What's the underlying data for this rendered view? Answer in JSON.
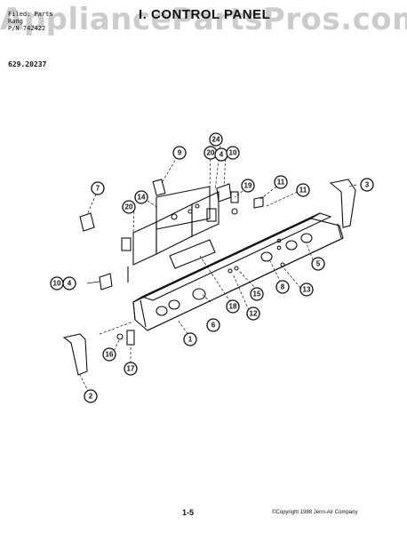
{
  "header": {
    "line1": "Filed: Parts",
    "line2": "Rang",
    "line3": "P/N 742422",
    "title": "I. CONTROL PANEL",
    "model": "629.20237"
  },
  "watermark": "AppliancePartsPros.com",
  "callouts": [
    "1",
    "2",
    "3",
    "4",
    "4",
    "5",
    "6",
    "7",
    "8",
    "9",
    "10",
    "10",
    "11",
    "11",
    "12",
    "13",
    "14",
    "15",
    "16",
    "17",
    "18",
    "19",
    "20",
    "20",
    "24"
  ],
  "footer": {
    "page": "1-5",
    "copyright": "©Copyright 1988 Jenn-Air Company"
  }
}
